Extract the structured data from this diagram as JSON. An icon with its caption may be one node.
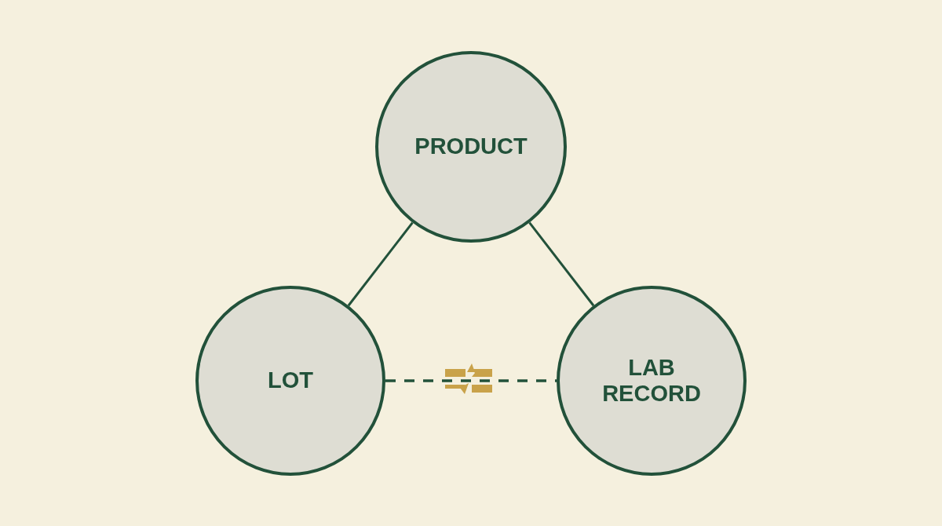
{
  "diagram": {
    "nodes": [
      {
        "text": [
          "PRODUCT"
        ]
      },
      {
        "text": [
          "LOT"
        ]
      },
      {
        "text": [
          "LAB RECORD"
        ]
      }
    ],
    "edges": [
      {
        "from": 0,
        "to": 1,
        "arrow": "none"
      },
      {
        "from": 0,
        "to": 2,
        "arrow": "none"
      },
      {
        "from": 1,
        "to": 2,
        "arrow": "none",
        "style": "dashed"
      }
    ]
  }
}
